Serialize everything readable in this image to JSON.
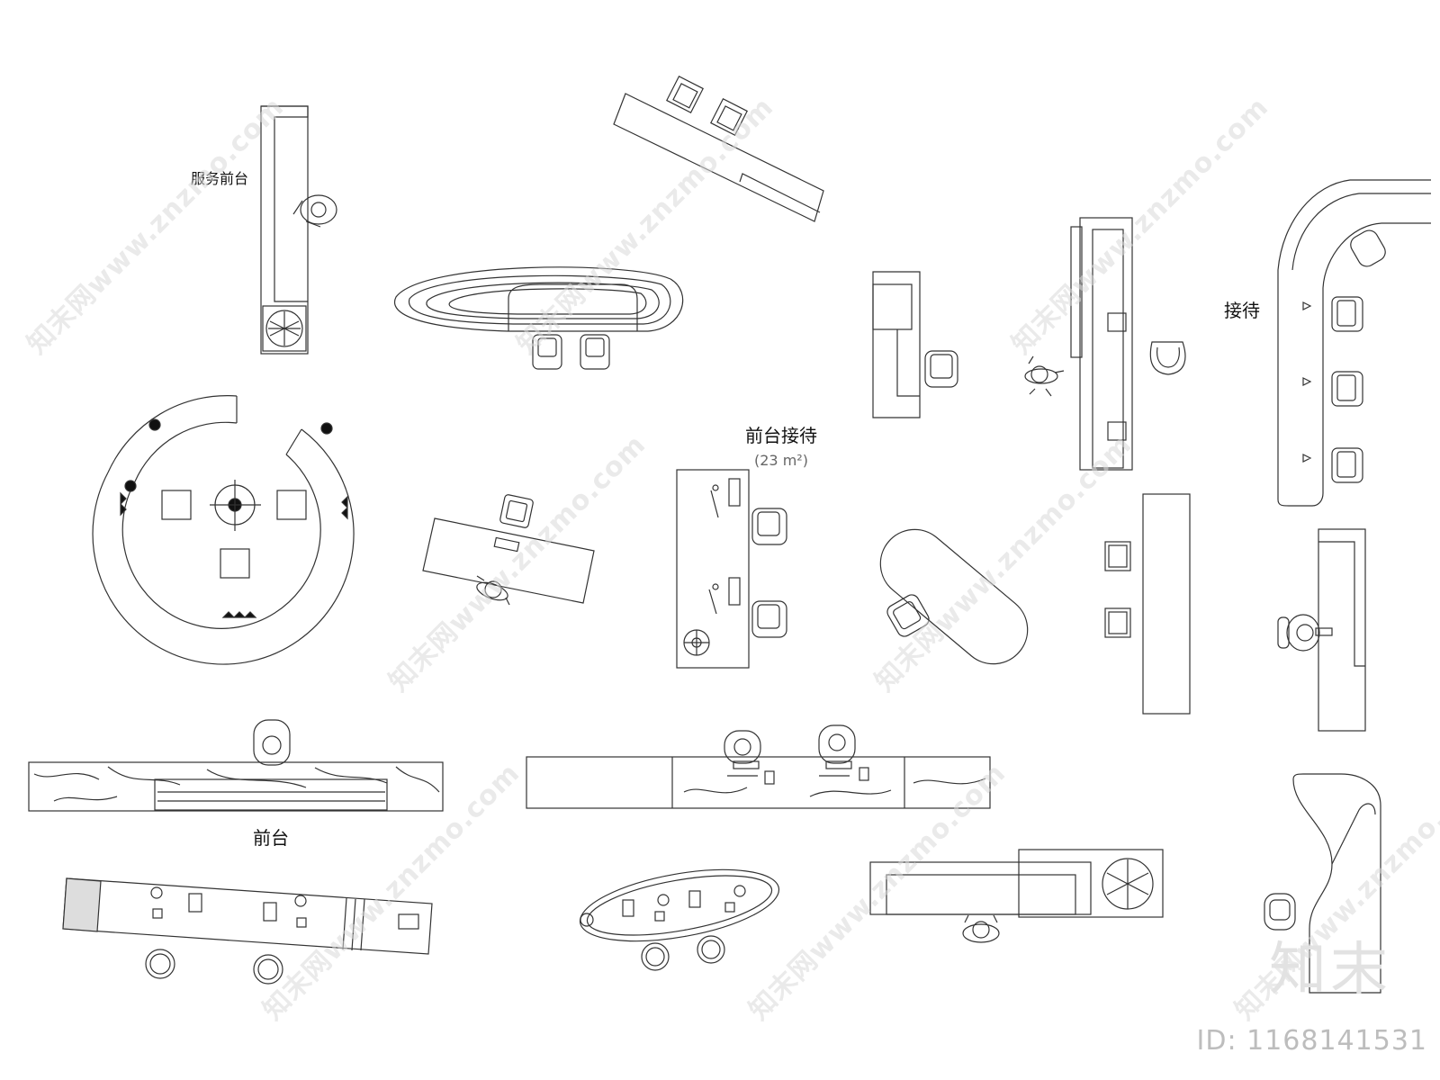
{
  "labels": {
    "service_front_desk": "服务前台",
    "reception": "接待",
    "front_desk_reception": "前台接待",
    "area": "(23 m²)",
    "front_desk": "前台"
  },
  "watermark": {
    "site": "知末网www.znzmo.com",
    "brand": "知末",
    "id": "ID: 1168141531"
  },
  "colors": {
    "line": "#333333",
    "watermark": "#d9d9d9"
  }
}
